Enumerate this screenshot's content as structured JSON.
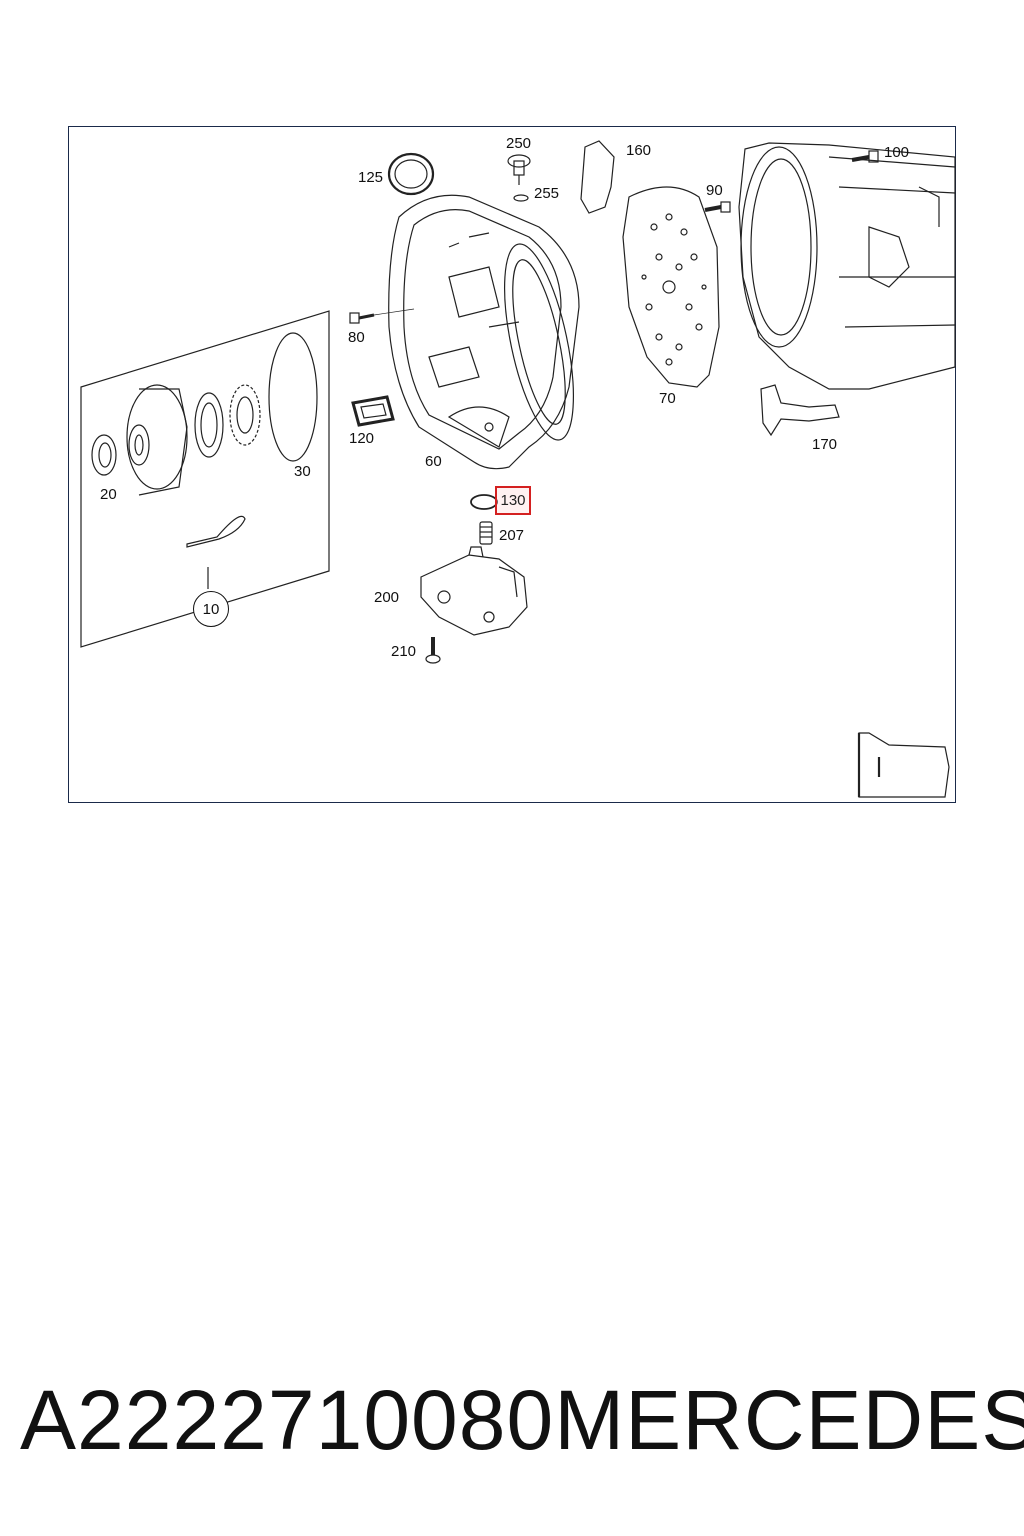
{
  "diagram": {
    "labels": {
      "p10": "10",
      "p20": "20",
      "p30": "30",
      "p60": "60",
      "p70": "70",
      "p80": "80",
      "p90": "90",
      "p100": "100",
      "p120": "120",
      "p125": "125",
      "p130": "130",
      "p160": "160",
      "p170": "170",
      "p200": "200",
      "p207": "207",
      "p210": "210",
      "p250": "250",
      "p255": "255"
    },
    "highlighted_part": "130",
    "colors": {
      "frame": "#1a2a4a",
      "highlight": "#d42020",
      "line": "#222222"
    }
  },
  "footer": {
    "part_number": "A2222710080",
    "brand": "MERCEDES"
  }
}
